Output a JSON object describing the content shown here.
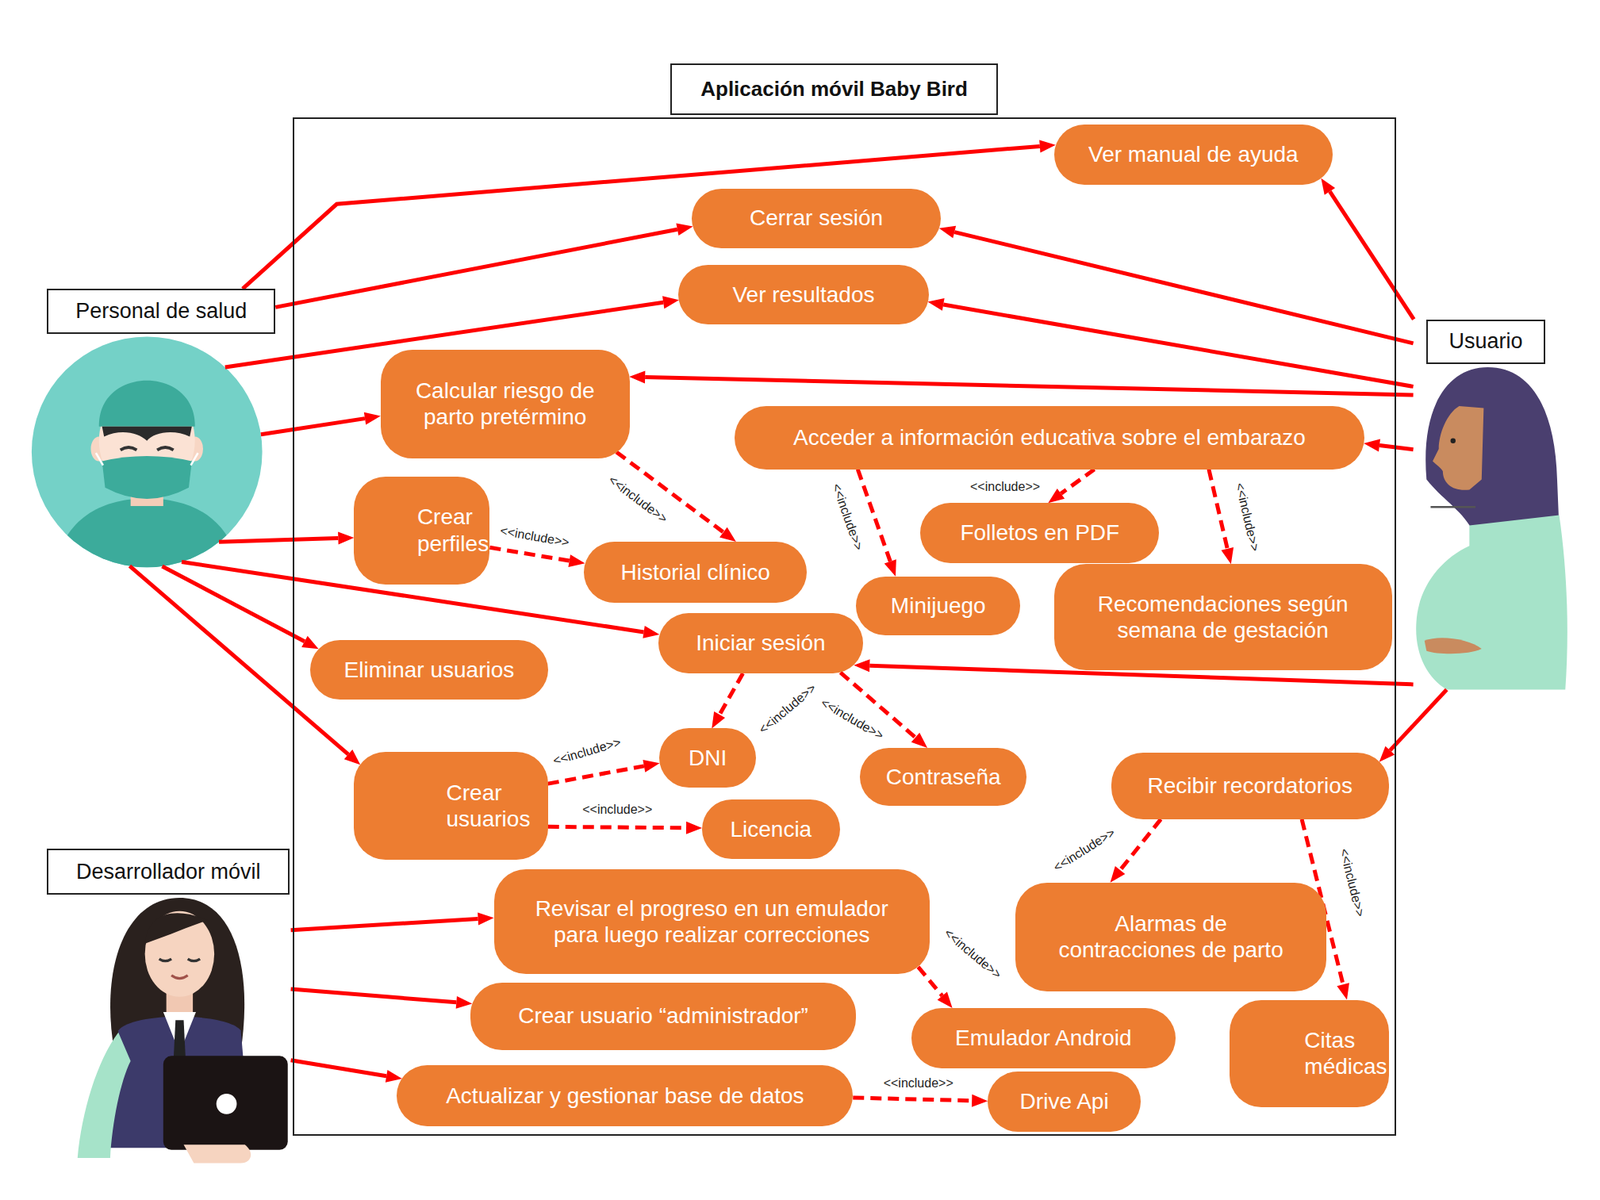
{
  "diagram": {
    "nodes": [
      {
        "text": [
          "Aplicación móvil Baby Bird"
        ]
      },
      {
        "text": [
          "Ver manual de ayuda"
        ],
        "in": 0
      },
      {
        "text": [
          "Cerrar sesión"
        ],
        "in": 0
      },
      {
        "text": [
          "Ver resultados"
        ],
        "in": 0
      },
      {
        "text": [
          "Calcular riesgo de parto pretérmino"
        ],
        "in": 0
      },
      {
        "text": [
          "Acceder a información educativa sobre el embarazo"
        ],
        "in": 0
      },
      {
        "text": [
          "Crear perfiles"
        ],
        "in": 0
      },
      {
        "text": [
          "Historial clínico"
        ],
        "in": 0
      },
      {
        "text": [
          "Folletos en PDF"
        ],
        "in": 0
      },
      {
        "text": [
          "Minijuego"
        ],
        "in": 0
      },
      {
        "text": [
          "Recomendaciones según semana de gestación"
        ],
        "in": 0
      },
      {
        "text": [
          "Iniciar sesión"
        ],
        "in": 0
      },
      {
        "text": [
          "Eliminar usuarios"
        ],
        "in": 0
      },
      {
        "text": [
          "DNI"
        ],
        "in": 0
      },
      {
        "text": [
          "Contraseña"
        ],
        "in": 0
      },
      {
        "text": [
          "Crear usuarios"
        ],
        "in": 0
      },
      {
        "text": [
          "Licencia"
        ],
        "in": 0
      },
      {
        "text": [
          "Recibir recordatorios"
        ],
        "in": 0
      },
      {
        "text": [
          "Revisar el progreso en un emulador para luego realizar correcciones"
        ],
        "in": 0
      },
      {
        "text": [
          "Alarmas de contracciones de parto"
        ],
        "in": 0
      },
      {
        "text": [
          "Crear usuario “administrador”"
        ],
        "in": 0
      },
      {
        "text": [
          "Emulador Android"
        ],
        "in": 0
      },
      {
        "text": [
          "Citas médicas"
        ],
        "in": 0
      },
      {
        "text": [
          "Actualizar y gestionar base de datos"
        ],
        "in": 0
      },
      {
        "text": [
          "Drive Api"
        ],
        "in": 0
      },
      {
        "text": [
          "Personal de salud"
        ]
      },
      {
        "text": [
          "Usuario"
        ]
      },
      {
        "text": [
          "Desarrollador móvil"
        ]
      }
    ],
    "edges": [
      {
        "from": 25,
        "to": 1,
        "arrow": "to"
      },
      {
        "from": 25,
        "to": 2,
        "arrow": "to"
      },
      {
        "from": 25,
        "to": 3,
        "arrow": "to"
      },
      {
        "from": 25,
        "to": 4,
        "arrow": "to"
      },
      {
        "from": 25,
        "to": 6,
        "arrow": "to"
      },
      {
        "from": 25,
        "to": 11,
        "arrow": "to"
      },
      {
        "from": 25,
        "to": 12,
        "arrow": "to"
      },
      {
        "from": 25,
        "to": 15,
        "arrow": "to"
      },
      {
        "from": 26,
        "to": 1,
        "arrow": "to"
      },
      {
        "from": 26,
        "to": 2,
        "arrow": "to"
      },
      {
        "from": 26,
        "to": 3,
        "arrow": "to"
      },
      {
        "from": 26,
        "to": 4,
        "arrow": "to"
      },
      {
        "from": 26,
        "to": 5,
        "arrow": "to"
      },
      {
        "from": 26,
        "to": 11,
        "arrow": "to"
      },
      {
        "from": 26,
        "to": 17,
        "arrow": "to"
      },
      {
        "from": 27,
        "to": 18,
        "arrow": "to"
      },
      {
        "from": 27,
        "to": 20,
        "arrow": "to"
      },
      {
        "from": 27,
        "to": 23,
        "arrow": "to"
      },
      {
        "from": 4,
        "to": 7,
        "label": "<<include>>",
        "arrow": "to"
      },
      {
        "from": 6,
        "to": 7,
        "label": "<<include>>",
        "arrow": "to"
      },
      {
        "from": 5,
        "to": 9,
        "label": "<<include>>",
        "arrow": "to"
      },
      {
        "from": 5,
        "to": 8,
        "label": "<<include>>",
        "arrow": "to"
      },
      {
        "from": 5,
        "to": 10,
        "label": "<<include>>",
        "arrow": "to"
      },
      {
        "from": 11,
        "to": 13,
        "label": "<<include>>",
        "arrow": "to"
      },
      {
        "from": 11,
        "to": 14,
        "label": "<<include>>",
        "arrow": "to"
      },
      {
        "from": 15,
        "to": 13,
        "label": "<<include>>",
        "arrow": "to"
      },
      {
        "from": 15,
        "to": 16,
        "label": "<<include>>",
        "arrow": "to"
      },
      {
        "from": 17,
        "to": 19,
        "label": "<<include>>",
        "arrow": "to"
      },
      {
        "from": 17,
        "to": 22,
        "label": "<<include>>",
        "arrow": "to"
      },
      {
        "from": 18,
        "to": 21,
        "label": "<<include>>",
        "arrow": "to"
      },
      {
        "from": 23,
        "to": 24,
        "label": "<<include>>",
        "arrow": "to"
      }
    ]
  }
}
